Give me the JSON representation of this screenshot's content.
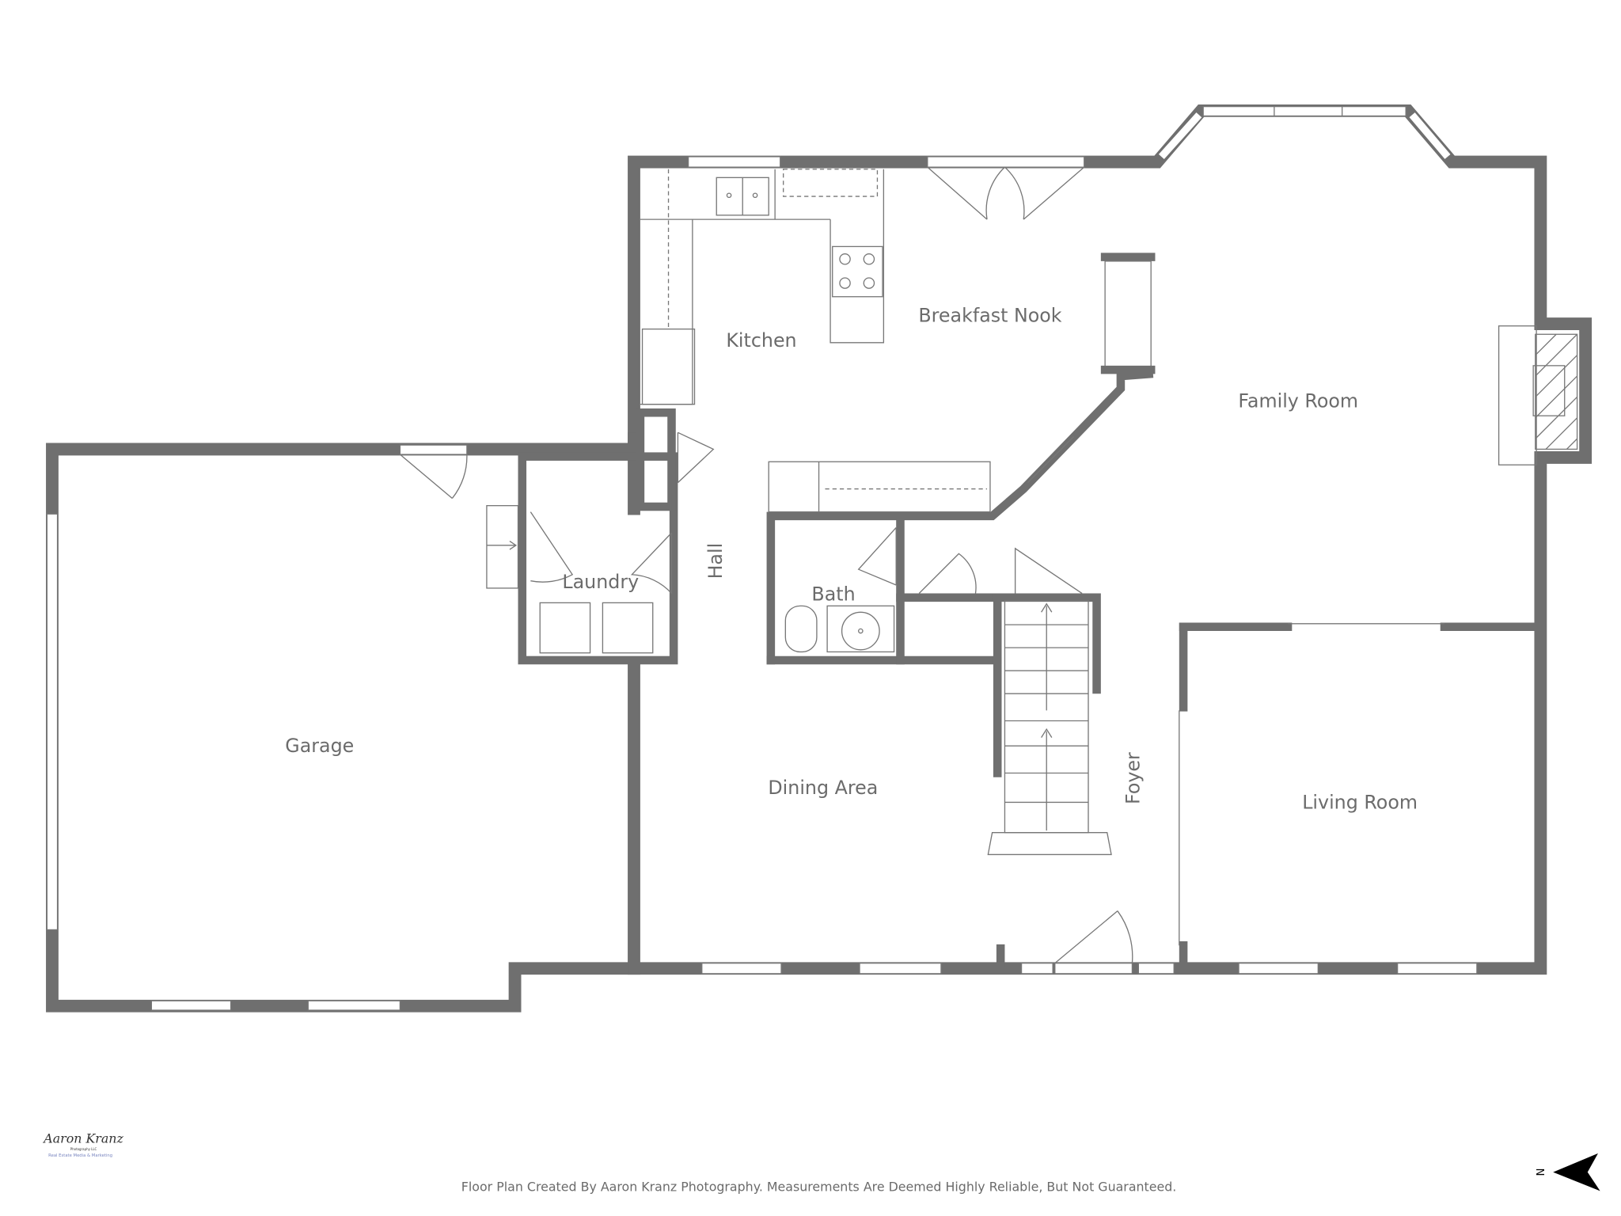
{
  "rooms": {
    "kitchen": "Kitchen",
    "breakfast_nook": "Breakfast Nook",
    "family_room": "Family Room",
    "laundry": "Laundry",
    "hall": "Hall",
    "bath": "Bath",
    "garage": "Garage",
    "dining_area": "Dining Area",
    "foyer": "Foyer",
    "living_room": "Living Room"
  },
  "footer": {
    "disclaimer": "Floor Plan Created By Aaron Kranz Photography. Measurements Are Deemed Highly Reliable, But Not Guaranteed."
  },
  "logo": {
    "name": "Aaron Kranz",
    "subtitle": "Photography LLC",
    "tagline": "Real Estate Media & Marketing"
  },
  "compass": {
    "label": "N",
    "icon": "north-arrow-icon"
  },
  "colors": {
    "wall": "#6f6f6f",
    "text": "#6b6b6b",
    "logo_tagline": "#7a86c0"
  }
}
